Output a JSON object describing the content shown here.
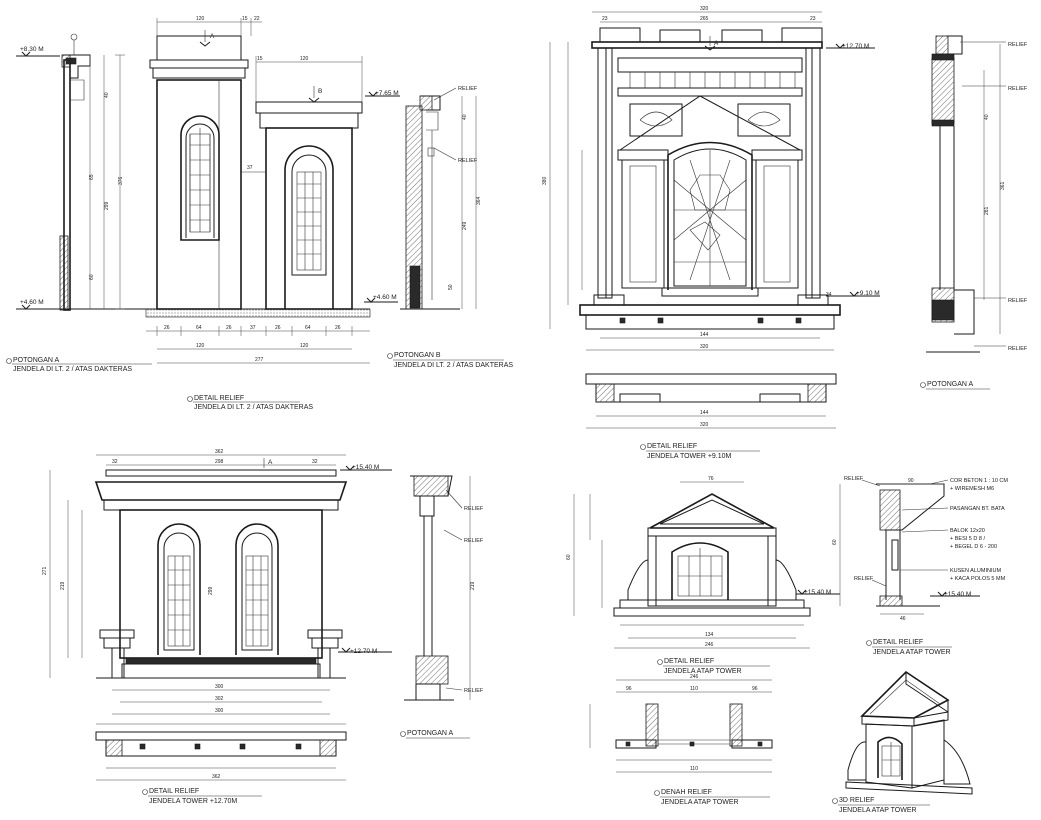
{
  "titles": {
    "potongan_a_lt2": {
      "line1": "POTONGAN A",
      "line2": "JENDELA DI LT. 2 / ATAS DAKTERAS"
    },
    "detail_relief_lt2": {
      "line1": "DETAIL RELIEF",
      "line2": "JENDELA DI LT. 2 / ATAS DAKTERAS"
    },
    "potongan_b_lt2": {
      "line1": "POTONGAN B",
      "line2": "JENDELA DI LT. 2 / ATAS DAKTERAS"
    },
    "detail_relief_tower_910": {
      "line1": "DETAIL RELIEF",
      "line2": "JENDELA TOWER +9.10M"
    },
    "potongan_a_tower_910": {
      "line1": "POTONGAN A"
    },
    "detail_relief_tower_1270": {
      "line1": "DETAIL RELIEF",
      "line2": "JENDELA TOWER +12.70M"
    },
    "potongan_a_tower_1270": {
      "line1": "POTONGAN A"
    },
    "detail_relief_atap_front": {
      "line1": "DETAIL RELIEF",
      "line2": "JENDELA ATAP TOWER"
    },
    "detail_relief_atap_side": {
      "line1": "DETAIL RELIEF",
      "line2": "JENDELA ATAP TOWER"
    },
    "denah_relief_atap": {
      "line1": "DENAH RELIEF",
      "line2": "JENDELA ATAP TOWER"
    },
    "relief_3d_atap": {
      "line1": "3D RELIEF",
      "line2": "JENDELA ATAP TOWER"
    }
  },
  "levels": {
    "l830": "+8.30 M",
    "l460a": "+4.60 M",
    "l765": "+7.65 M",
    "l460b": "+4.60 M",
    "l1270": "+12.70 M",
    "l910": "+9.10 M",
    "l1540a": "+15.40 M",
    "l1270b": "+12.70 M",
    "l1540b": "+15.40 M",
    "l1540c": "+15.40 M"
  },
  "section_marks": {
    "a1": "A",
    "b1": "B",
    "a2": "A",
    "a3": "A"
  },
  "relief_label": "RELIEF",
  "notes": {
    "cor_beton": "COR BETON 1 : 10 CM",
    "wiremesh": "+ WIREMESH M6",
    "pasangan": "PASANGAN BT. BATA",
    "balok": "BALOK 12x20",
    "besi": "+ BESI 5 D 8 /",
    "begel": "+ BEGEL D 6 - 200",
    "kusen": "KUSEN ALUMINIUM",
    "kaca": "+ KACA POLOS 5 MM"
  },
  "dims": {
    "d120": "120",
    "d15": "15",
    "d22": "22",
    "d120b": "120",
    "d15b": "15",
    "d37": "37",
    "d26": "26",
    "d64": "64",
    "d277": "277",
    "d376": "376",
    "d299": "299",
    "d65": "65",
    "d60": "60",
    "d40": "40",
    "d249": "249",
    "d364": "364",
    "d50": "50",
    "d320": "320",
    "d265": "265",
    "d23": "23",
    "d380": "380",
    "d144": "144",
    "d34": "34",
    "d361": "361",
    "d281": "281",
    "d362": "362",
    "d32": "32",
    "d298": "298",
    "d271": "271",
    "d219": "219",
    "d299b": "299",
    "d300": "300",
    "d302": "302",
    "d246": "246",
    "d76": "76",
    "d134": "134",
    "d90": "90",
    "d110": "110",
    "d96": "96",
    "d46": "46"
  }
}
